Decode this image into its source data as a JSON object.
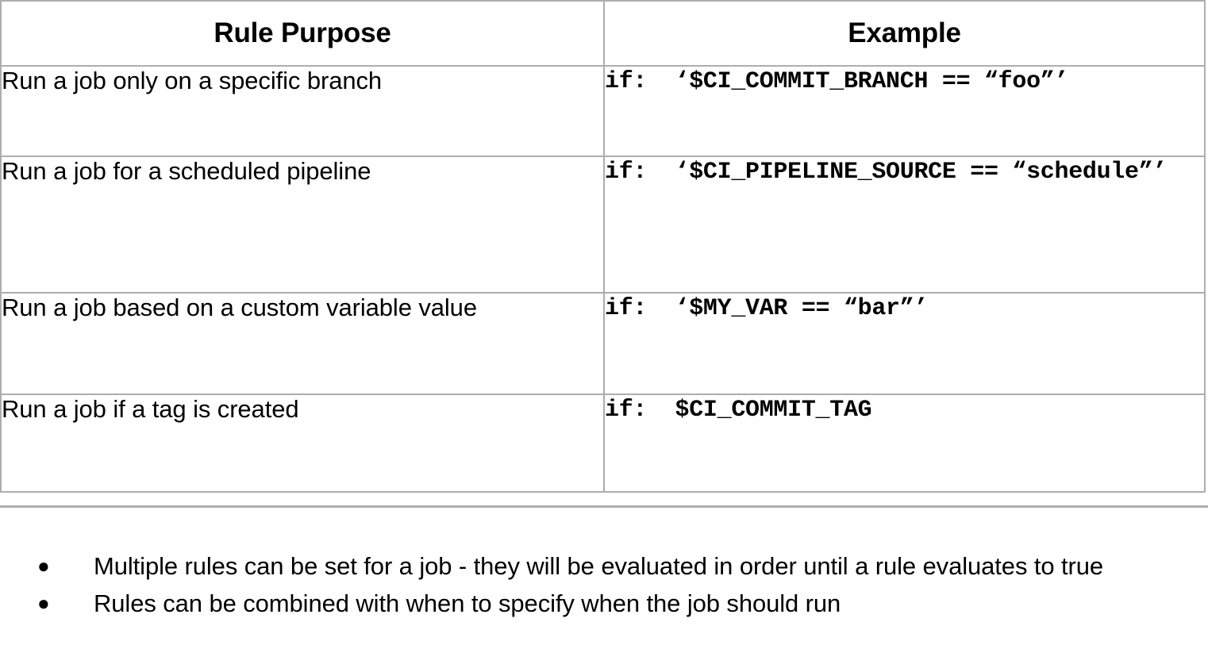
{
  "table": {
    "headers": [
      {
        "label": "Rule Purpose"
      },
      {
        "label": "Example"
      }
    ],
    "rows": [
      {
        "purpose": "Run a job only on a specific branch",
        "example": "if:  ‘$CI_COMMIT_BRANCH == “foo”’"
      },
      {
        "purpose": "Run a job for a scheduled pipeline",
        "example": "if:  ‘$CI_PIPELINE_SOURCE == “schedule”’"
      },
      {
        "purpose": "Run a job based on a custom variable value",
        "example": "if:  ‘$MY_VAR == “bar”’"
      },
      {
        "purpose": "Run a job if a tag is created",
        "example": "if:  $CI_COMMIT_TAG"
      }
    ]
  },
  "notes": {
    "marker": "●",
    "items": [
      "Multiple rules can be set for a job - they will be evaluated in order until a rule evaluates to true",
      "Rules can be combined with when to specify when the job should run"
    ]
  },
  "colors": {
    "border": "#adadad",
    "text": "#000000",
    "background": "#ffffff"
  }
}
